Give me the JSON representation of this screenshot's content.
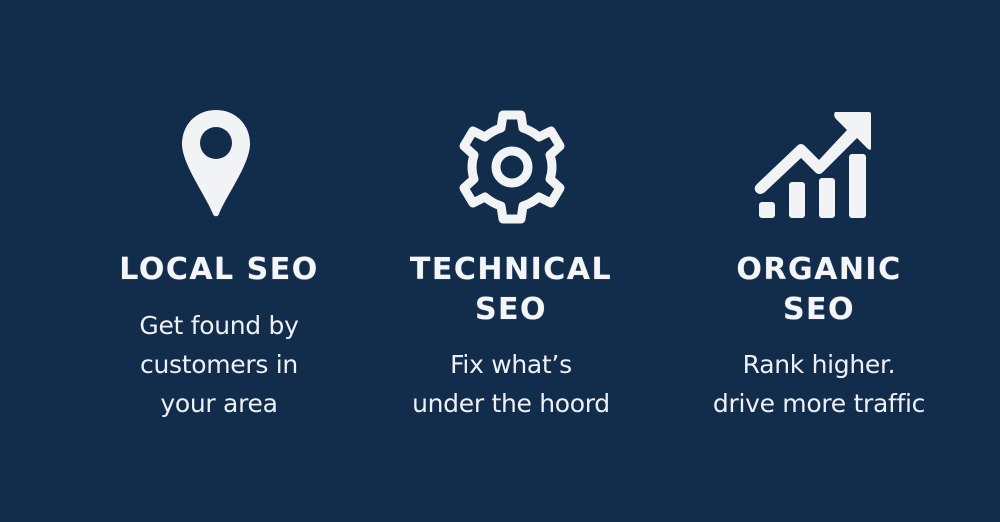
{
  "colors": {
    "background": "#122c4c",
    "foreground": "#f4f5f7"
  },
  "columns": [
    {
      "icon": "map-pin-icon",
      "heading_lines": [
        "LOCAL SEO"
      ],
      "tagline_lines": [
        "Get found by",
        "customers in",
        "your area"
      ]
    },
    {
      "icon": "gear-icon",
      "heading_lines": [
        "TECHNICAL",
        "SEO"
      ],
      "tagline_lines": [
        "Fix what’s",
        "under the hoord"
      ]
    },
    {
      "icon": "growth-chart-icon",
      "heading_lines": [
        "ORGANIC",
        "SEO"
      ],
      "tagline_lines": [
        "Rank higher.",
        "drive more traffic"
      ]
    }
  ]
}
